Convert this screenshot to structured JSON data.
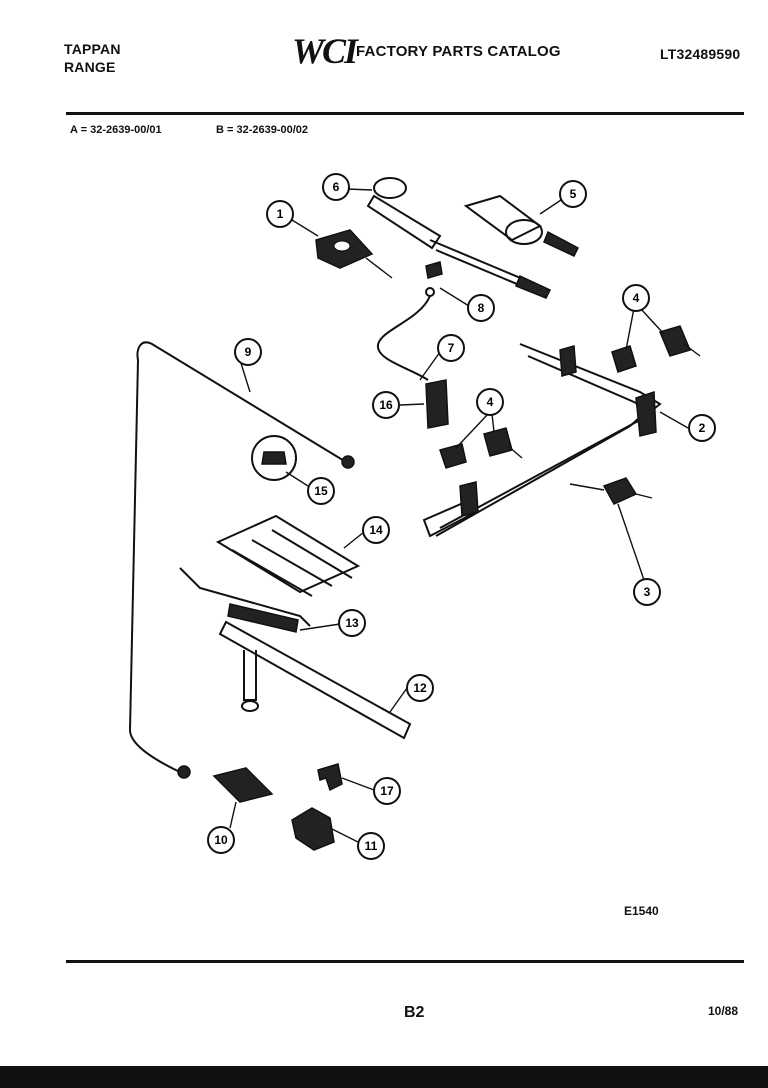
{
  "header": {
    "brand_line1": "TAPPAN",
    "brand_line2": "RANGE",
    "logo": "WCI",
    "catalog_title": "FACTORY PARTS CATALOG",
    "catalog_number": "LT32489590"
  },
  "models": {
    "a": "A = 32-2639-00/01",
    "b": "B = 32-2639-00/02"
  },
  "callouts": [
    "1",
    "2",
    "3",
    "4",
    "4",
    "5",
    "6",
    "7",
    "8",
    "9",
    "10",
    "11",
    "12",
    "13",
    "14",
    "15",
    "16",
    "17"
  ],
  "footer": {
    "reference": "E1540",
    "page": "B2",
    "date": "10/88"
  }
}
